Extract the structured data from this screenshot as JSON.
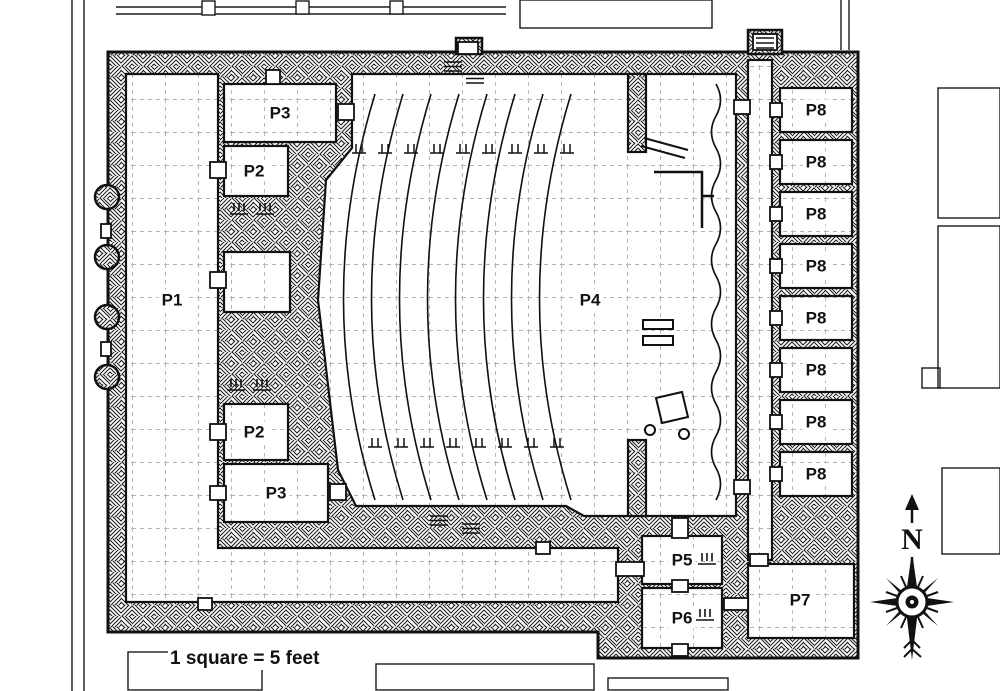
{
  "map": {
    "scale_note": "1 square = 5 feet",
    "compass_label": "N",
    "labels": {
      "p1": "P1",
      "p2_upper": "P2",
      "p3_upper": "P3",
      "p2_lower": "P2",
      "p3_lower": "P3",
      "p4": "P4",
      "p5": "P5",
      "p6": "P6",
      "p7": "P7"
    },
    "p8_rooms": [
      "P8",
      "P8",
      "P8",
      "P8",
      "P8",
      "P8",
      "P8",
      "P8"
    ],
    "colors": {
      "ink": "#141414",
      "paper": "#ffffff",
      "grid": "#b5b5b5"
    }
  }
}
